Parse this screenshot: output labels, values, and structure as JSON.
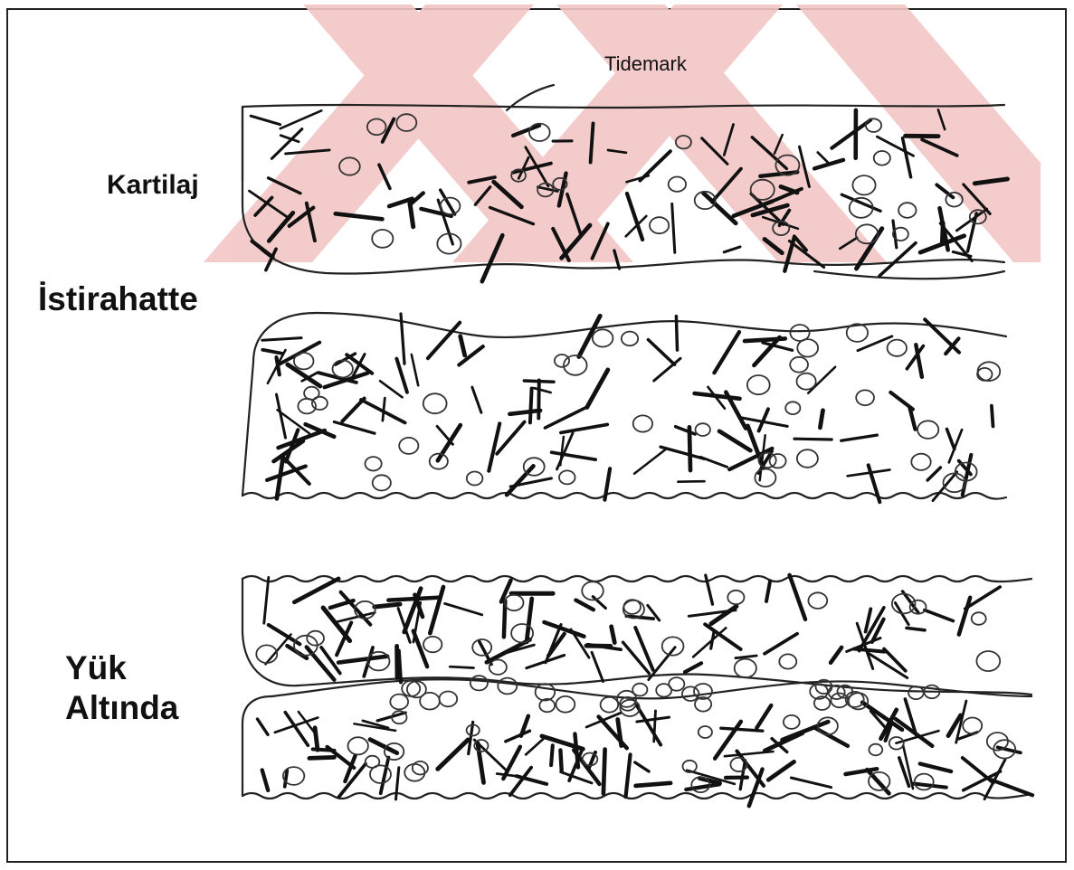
{
  "labels": {
    "tidemark": "Tidemark",
    "kartilaj": "Kartilaj",
    "istirahatte": "İstirahatte",
    "yuk": "Yük",
    "altinda": "Altında"
  },
  "colors": {
    "ink": "#111111",
    "watermark": "#f3c6c6"
  }
}
